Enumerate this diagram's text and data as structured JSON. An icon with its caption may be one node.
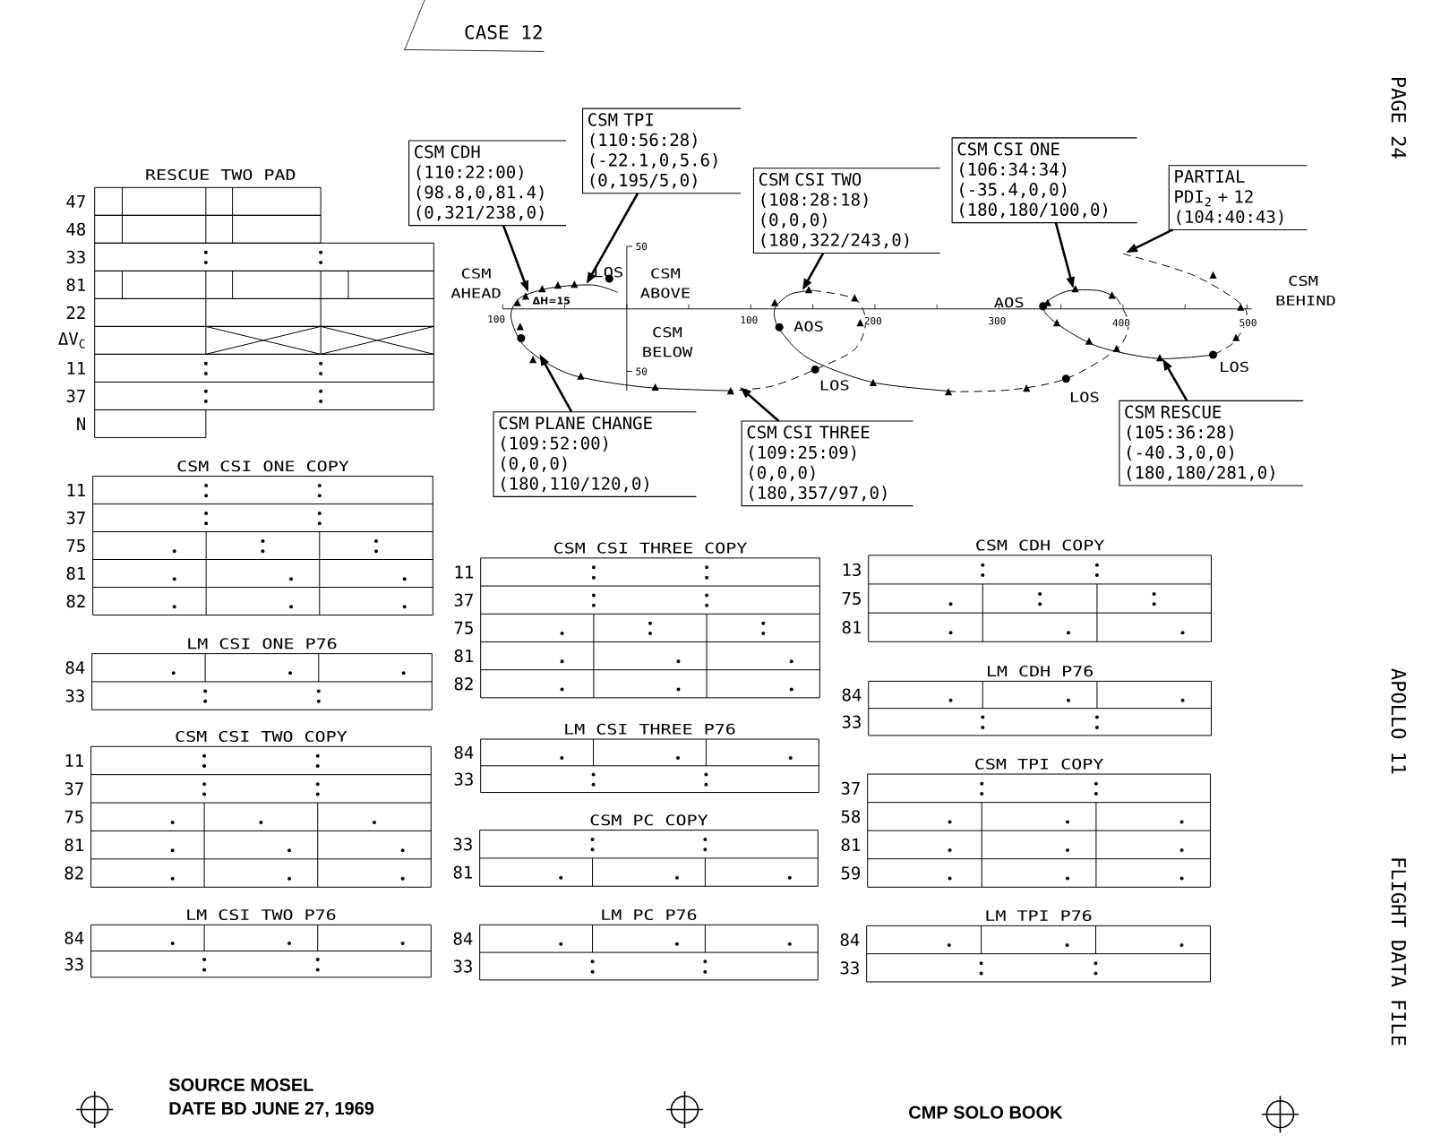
{
  "diagram": {
    "title": "CASE 12",
    "nodes": [
      {
        "text": [
          "CSM TPI",
          "(110:56:28)",
          "(-22.1,0,5.6)",
          "(0,195/5,0)"
        ]
      },
      {
        "text": [
          "CSM CDH",
          "(110:22:00)",
          "(98.8,0,81.4)",
          "(0,321/238,0)"
        ]
      },
      {
        "text": [
          "CSM CSI ONE",
          "(106:34:34)",
          "(-35.4,0,0)",
          "(180,180/100,0)"
        ]
      },
      {
        "text": [
          "CSM CSI TWO",
          "(108:28:18)",
          "(0,0,0)",
          "(180,322/243,0)"
        ]
      },
      {
        "text": [
          "PARTIAL",
          "PDI$_{2}$ + 12",
          "(104:40:43)"
        ]
      },
      {
        "text": [
          "CSM PLANE CHANGE",
          "(109:52:00)",
          "(0,0,0)",
          "(180,110/120,0)"
        ]
      },
      {
        "text": [
          "CSM RESCUE",
          "(105:36:28)",
          "(-40.3,0,0)",
          "(180,180/281,0)"
        ]
      },
      {
        "text": [
          "CSM CSI THREE",
          "(109:25:09)",
          "(0,0,0)",
          "(180,357/97,0)"
        ]
      },
      {
        "text": [
          "RESCUE TWO PAD"
        ],
        "beside": [
          "47",
          "48",
          "33",
          "81",
          "22",
          "ΔV$_{C}$",
          "11",
          "37",
          "N"
        ]
      },
      {
        "text": [
          "CSM CSI ONE COPY"
        ],
        "beside": [
          "11",
          "37",
          "75",
          "81",
          "82"
        ]
      },
      {
        "text": [
          "LM CSI ONE P76"
        ],
        "beside": [
          "84",
          "33"
        ]
      },
      {
        "text": [
          "CSM CSI TWO COPY"
        ],
        "beside": [
          "11",
          "37",
          "75",
          "81",
          "82"
        ]
      },
      {
        "text": [
          "LM CSI TWO P76"
        ],
        "beside": [
          "84",
          "33"
        ]
      },
      {
        "text": [
          "CSM CSI THREE COPY"
        ],
        "beside": [
          "11",
          "37",
          "75",
          "81",
          "82"
        ]
      },
      {
        "text": [
          "LM CSI THREE P76"
        ],
        "beside": [
          "84",
          "33"
        ]
      },
      {
        "text": [
          "CSM PC COPY"
        ],
        "beside": [
          "33",
          "81"
        ]
      },
      {
        "text": [
          "LM PC P76"
        ],
        "beside": [
          "84",
          "33"
        ]
      },
      {
        "text": [
          "CSM CDH COPY"
        ],
        "beside": [
          "13",
          "75",
          "81"
        ]
      },
      {
        "text": [
          "LM CDH P76"
        ],
        "beside": [
          "84",
          "33"
        ]
      },
      {
        "text": [
          "CSM TPI COPY"
        ],
        "beside": [
          "37",
          "58",
          "81",
          "59"
        ]
      },
      {
        "text": [
          "LM TPI P76"
        ],
        "beside": [
          "84",
          "33"
        ]
      },
      {
        "text": [],
        "shape": "picture"
      }
    ],
    "edges": [
      {
        "from": 1,
        "to": 21,
        "arrow": "to"
      },
      {
        "from": 0,
        "to": 21,
        "arrow": "to"
      },
      {
        "from": 3,
        "to": 21,
        "arrow": "to"
      },
      {
        "from": 2,
        "to": 21,
        "arrow": "to"
      },
      {
        "from": 4,
        "to": 21,
        "arrow": "to"
      },
      {
        "from": 5,
        "to": 21,
        "arrow": "to"
      },
      {
        "from": 7,
        "to": 21,
        "arrow": "to"
      },
      {
        "from": 6,
        "to": 21,
        "arrow": "to"
      }
    ],
    "labels": [
      "PAGE 24",
      "CSM AHEAD",
      "ΔH=15",
      "LOS",
      "CSM ABOVE",
      "CSM BELOW",
      "AOS",
      "LOS",
      "AOS",
      "LOS",
      "CSM BEHIND",
      "LOS",
      "50",
      "100",
      "100",
      "200",
      "300",
      "400",
      "500",
      "50",
      "APOLLO 11",
      "FLIGHT DATA FILE",
      "SOURCE MOSEL",
      "DATE BD JUNE 27, 1969",
      "CMP SOLO BOOK"
    ]
  }
}
